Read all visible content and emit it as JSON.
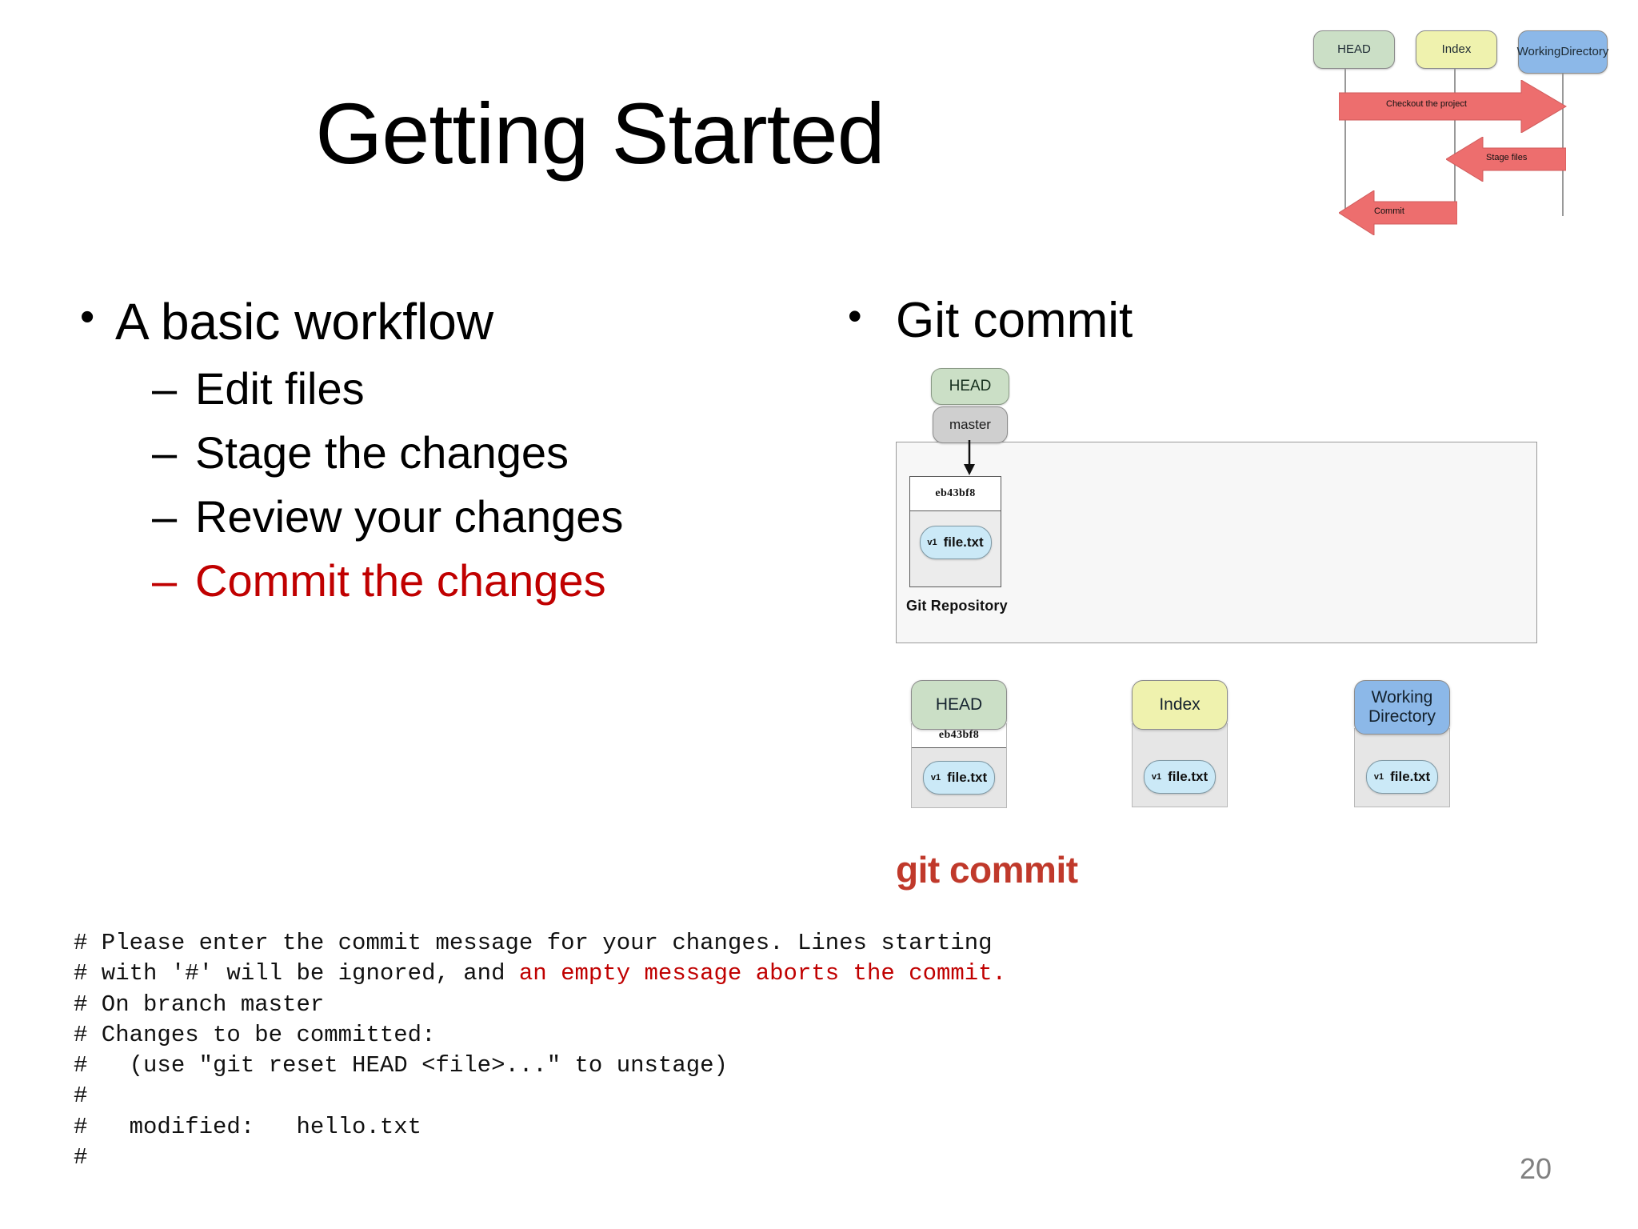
{
  "slide": {
    "title": "Getting Started",
    "page_number": "20",
    "accent_red": "#C00000",
    "commit_red": "#C0392B"
  },
  "left_column": {
    "heading": "A basic workflow",
    "bullet_marker": "•",
    "dash_marker": "–",
    "steps": [
      {
        "label": "Edit files",
        "highlight": false
      },
      {
        "label": "Stage the changes",
        "highlight": false
      },
      {
        "label": "Review your changes",
        "highlight": false
      },
      {
        "label": "Commit the changes",
        "highlight": true
      }
    ]
  },
  "right_column": {
    "heading": "Git commit",
    "bullet_marker": "•"
  },
  "sequence_diagram": {
    "nodes": [
      "HEAD",
      "Index",
      "Working Directory"
    ],
    "node_head": "HEAD",
    "node_index": "Index",
    "node_working_directory_line1": "Working",
    "node_working_directory_line2": "Directory",
    "arrows": [
      {
        "label": "Checkout the project",
        "direction": "right"
      },
      {
        "label": "Stage files",
        "direction": "left"
      },
      {
        "label": "Commit",
        "direction": "left"
      }
    ],
    "arrow_checkout": "Checkout the project",
    "arrow_stage": "Stage files",
    "arrow_commit": "Commit",
    "arrow_color": "#ED6E6E",
    "head_color": "#CBDFC6",
    "index_color": "#EFF2AE",
    "working_color": "#8CB8E8"
  },
  "commit_diagram": {
    "repository_label": "Git Repository",
    "head_node": "HEAD",
    "branch_node": "master",
    "commit_hash": "eb43bf8",
    "blob_version": "v1",
    "blob_name": "file.txt",
    "caption": "git commit",
    "stacks": [
      {
        "title_line1": "HEAD",
        "title_line2": "",
        "hash": "eb43bf8",
        "blob_version": "v1",
        "blob_name": "file.txt",
        "color": "#CBDFC6"
      },
      {
        "title_line1": "Index",
        "title_line2": "",
        "hash": "",
        "blob_version": "v1",
        "blob_name": "file.txt",
        "color": "#EFF2AE"
      },
      {
        "title_line1": "Working",
        "title_line2": "Directory",
        "hash": "",
        "blob_version": "v1",
        "blob_name": "file.txt",
        "color": "#8CB8E8"
      }
    ]
  },
  "terminal": {
    "line1": "# Please enter the commit message for your changes. Lines starting",
    "line2_black": "# with '#' will be ignored, and ",
    "line2_red": "an empty message aborts the commit.",
    "line3": "# On branch master",
    "line4": "# Changes to be committed:",
    "line5": "#   (use \"git reset HEAD <file>...\" to unstage)",
    "line6": "#",
    "line7": "#   modified:   hello.txt",
    "line8": "#"
  }
}
